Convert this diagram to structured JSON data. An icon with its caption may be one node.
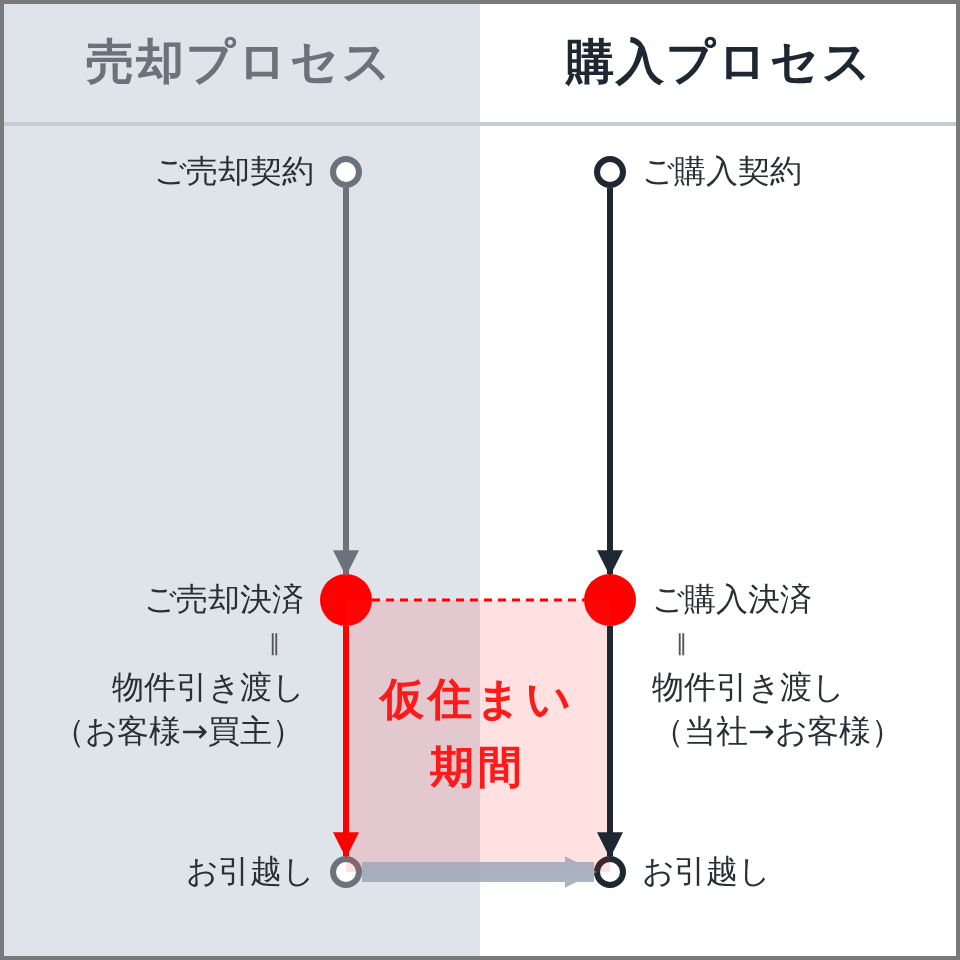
{
  "diagram": {
    "nodes": [
      {
        "text": [
          "売却プロセス"
        ]
      },
      {
        "text": [
          "購入プロセス"
        ]
      },
      {
        "text": [],
        "shape": "circle",
        "in": 0,
        "beside": [
          "ご売却契約"
        ]
      },
      {
        "text": [],
        "shape": "circle",
        "in": 0,
        "beside": [
          "ご売却決済",
          "‖",
          "物件引き渡し",
          "（お客様→買主）"
        ]
      },
      {
        "text": [],
        "shape": "circle",
        "in": 0,
        "beside": [
          "お引越し"
        ]
      },
      {
        "text": [],
        "shape": "circle",
        "in": 1,
        "beside": [
          "ご購入契約"
        ]
      },
      {
        "text": [],
        "shape": "circle",
        "in": 1,
        "beside": [
          "ご購入決済",
          "‖",
          "物件引き渡し",
          "（当社→お客様）"
        ]
      },
      {
        "text": [],
        "shape": "circle",
        "in": 1,
        "beside": [
          "お引越し"
        ]
      },
      {
        "text": [
          "仮住まい期間"
        ]
      }
    ],
    "edges": [
      {
        "from": 2,
        "to": 3,
        "arrow": "to",
        "color": "#6c727c"
      },
      {
        "from": 3,
        "to": 4,
        "arrow": "to",
        "color": "#ff0000"
      },
      {
        "from": 5,
        "to": 6,
        "arrow": "to",
        "color": "#1f2733"
      },
      {
        "from": 6,
        "to": 7,
        "arrow": "to",
        "color": "#1f2733"
      },
      {
        "from": 3,
        "to": 6,
        "arrow": "none",
        "style": "dashed",
        "color": "#ff0000"
      },
      {
        "from": 4,
        "to": 7,
        "arrow": "to",
        "style": "thick",
        "color": "#9ea7b8"
      }
    ]
  }
}
